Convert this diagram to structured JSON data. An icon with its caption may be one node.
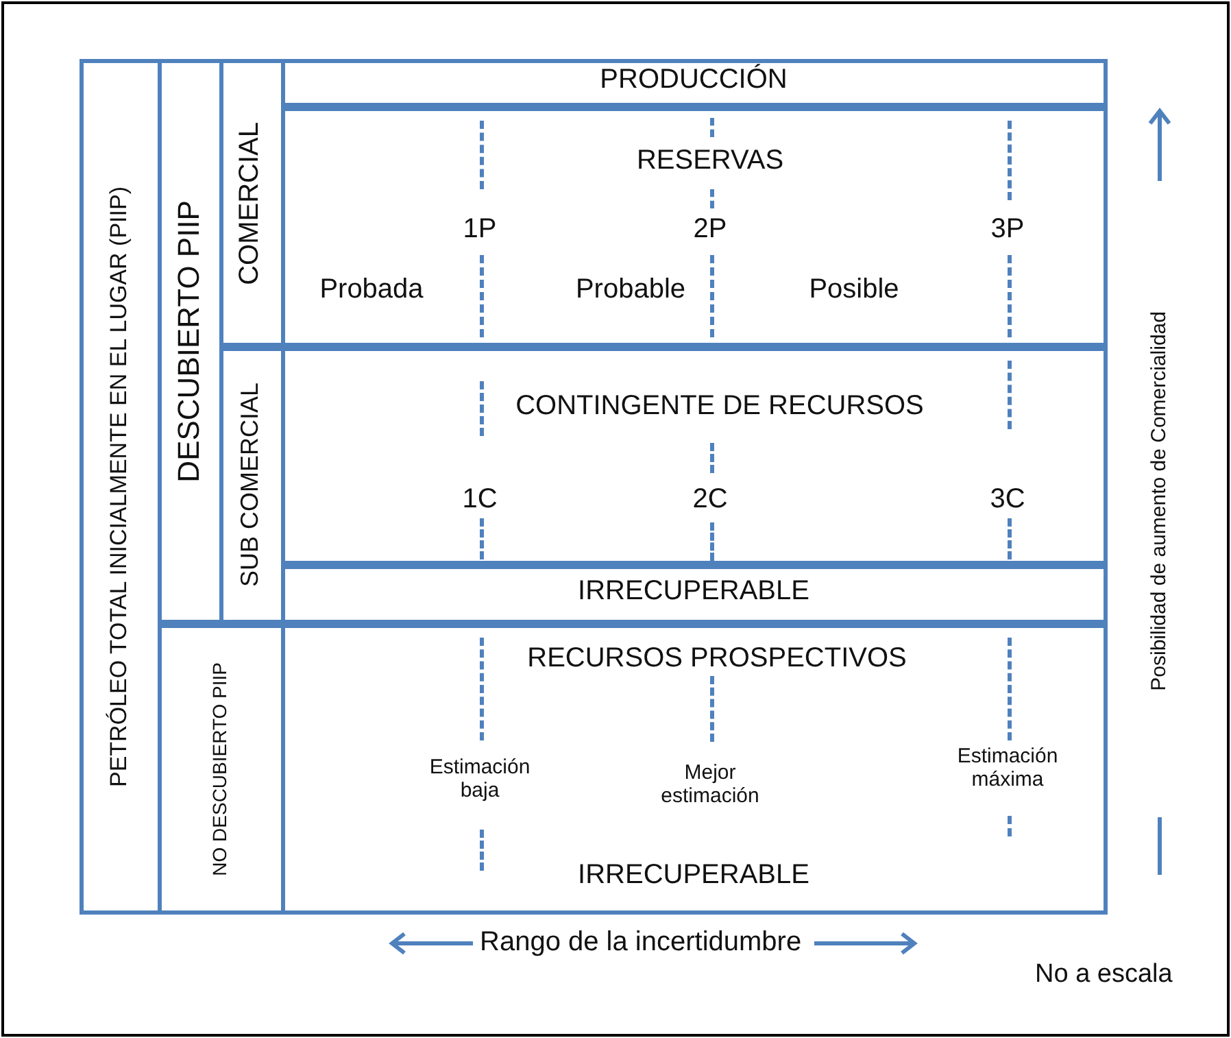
{
  "diagram": {
    "nodes": [
      {
        "text": [
          "PETRÓLEO TOTAL INICIALMENTE EN EL LUGAR (PIIP)"
        ]
      },
      {
        "text": [
          "DESCUBIERTO PIIP"
        ],
        "in": 0
      },
      {
        "text": [
          "COMERCIAL"
        ],
        "in": 1
      },
      {
        "text": [
          "PRODUCCIÓN"
        ],
        "in": 2
      },
      {
        "text": [
          "RESERVAS",
          "1P",
          "2P",
          "3P",
          "Probada",
          "Probable",
          "Posible"
        ],
        "in": 2
      },
      {
        "text": [
          "SUB COMERCIAL"
        ],
        "in": 1
      },
      {
        "text": [
          "CONTINGENTE DE RECURSOS",
          "1C",
          "2C",
          "3C"
        ],
        "in": 5
      },
      {
        "text": [
          "IRRECUPERABLE"
        ],
        "in": 5
      },
      {
        "text": [
          "NO DESCUBIERTO PIIP"
        ],
        "in": 0
      },
      {
        "text": [
          "RECURSOS PROSPECTIVOS",
          "Estimación baja",
          "Mejor estimación",
          "Estimación máxima",
          "IRRECUPERABLE"
        ],
        "in": 8
      }
    ],
    "edges": [],
    "labels": [
      "Posibilidad de aumento de Comercialidad",
      "Rango de la incertidumbre",
      "No a escala"
    ]
  }
}
